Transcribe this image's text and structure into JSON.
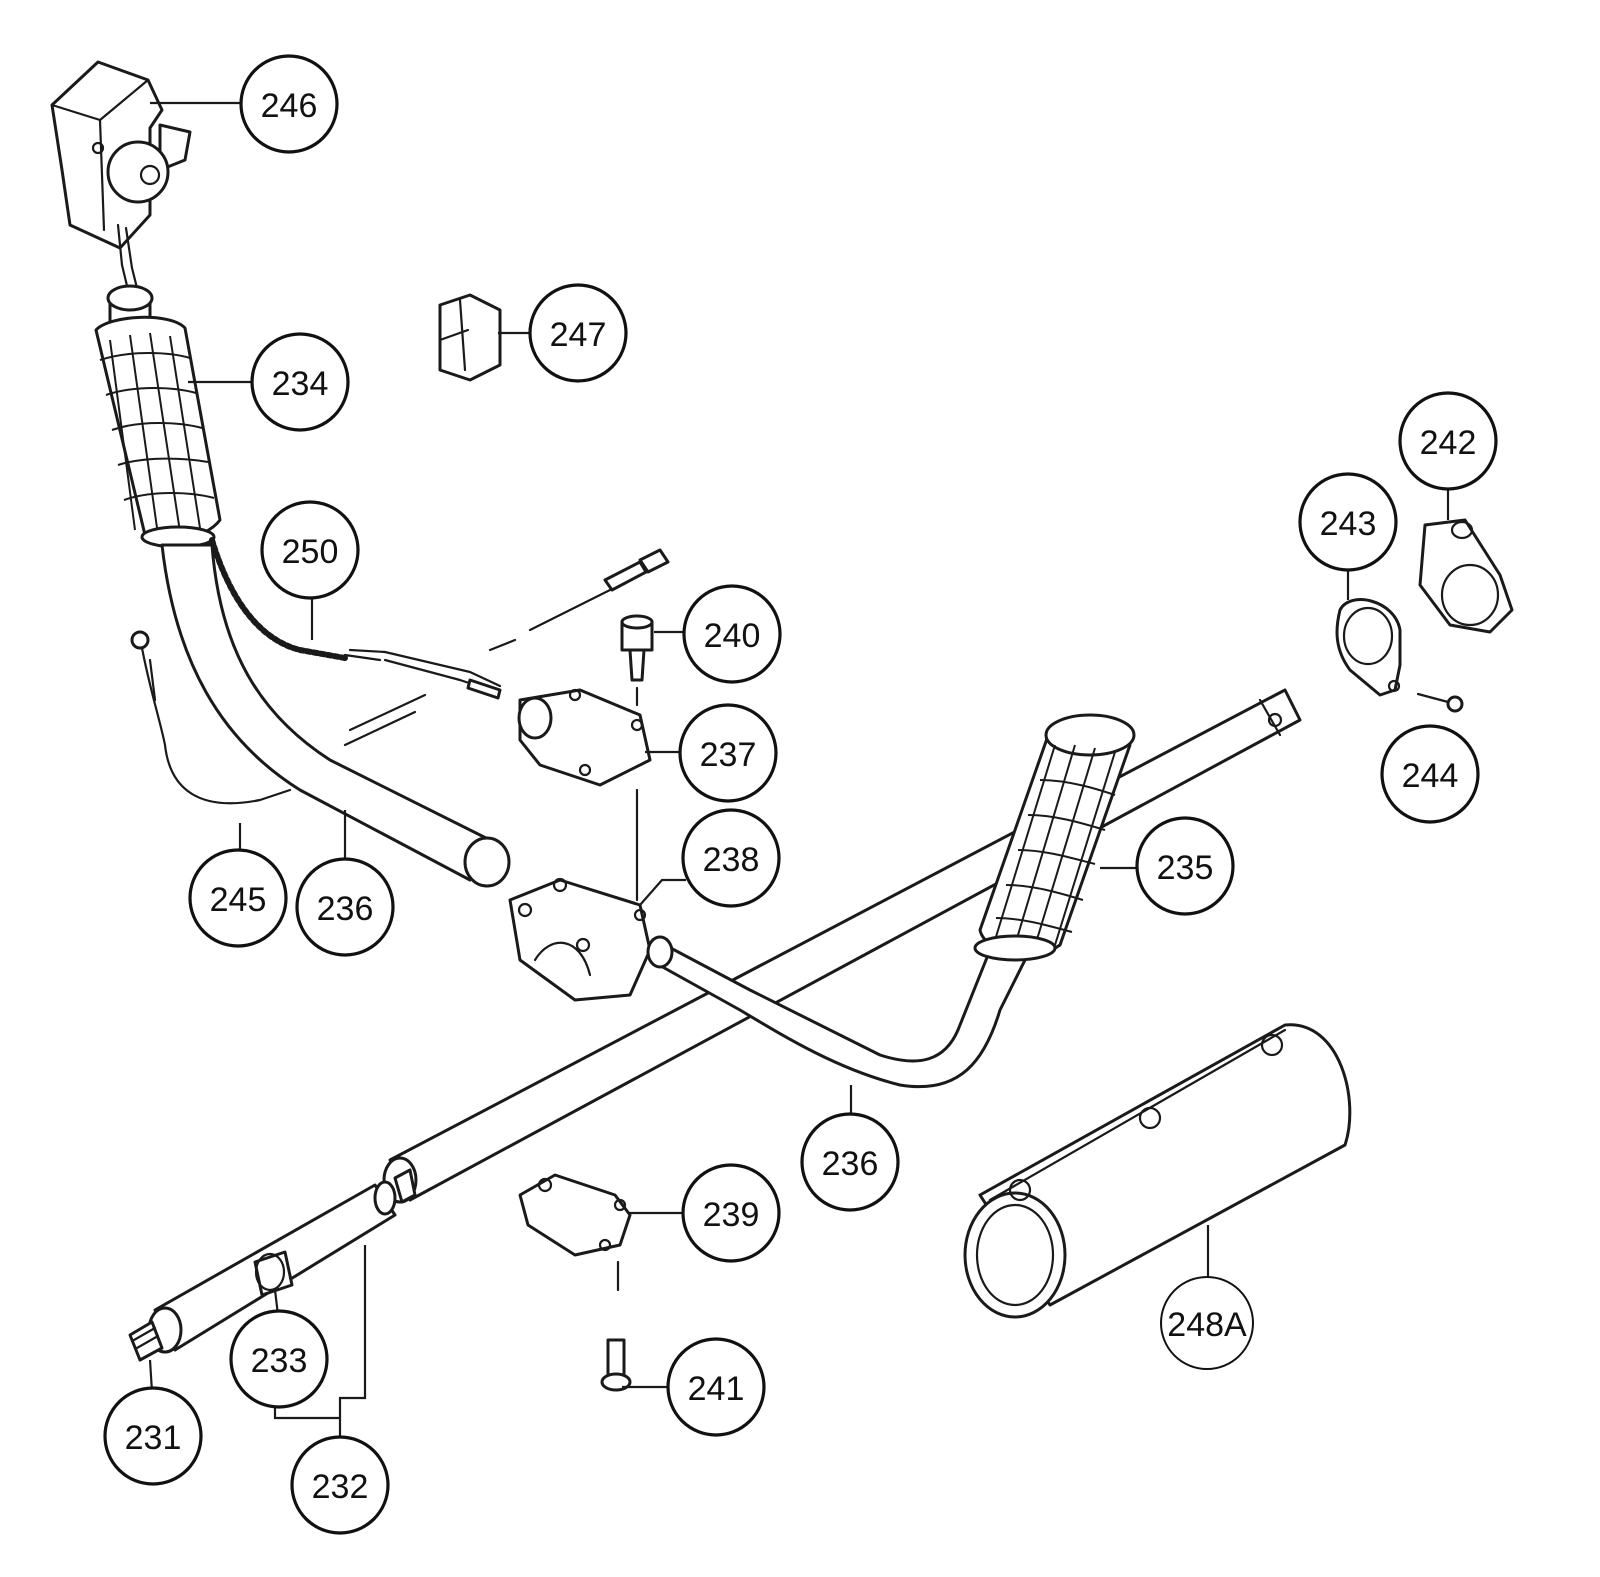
{
  "callouts": [
    {
      "id": "246",
      "label": "246"
    },
    {
      "id": "247",
      "label": "247"
    },
    {
      "id": "234",
      "label": "234"
    },
    {
      "id": "242",
      "label": "242"
    },
    {
      "id": "243",
      "label": "243"
    },
    {
      "id": "250",
      "label": "250"
    },
    {
      "id": "240",
      "label": "240"
    },
    {
      "id": "237",
      "label": "237"
    },
    {
      "id": "244",
      "label": "244"
    },
    {
      "id": "238",
      "label": "238"
    },
    {
      "id": "235",
      "label": "235"
    },
    {
      "id": "245",
      "label": "245"
    },
    {
      "id": "236a",
      "label": "236"
    },
    {
      "id": "236b",
      "label": "236"
    },
    {
      "id": "239",
      "label": "239"
    },
    {
      "id": "248A",
      "label": "248A"
    },
    {
      "id": "233",
      "label": "233"
    },
    {
      "id": "241",
      "label": "241"
    },
    {
      "id": "231",
      "label": "231"
    },
    {
      "id": "232",
      "label": "232"
    }
  ]
}
